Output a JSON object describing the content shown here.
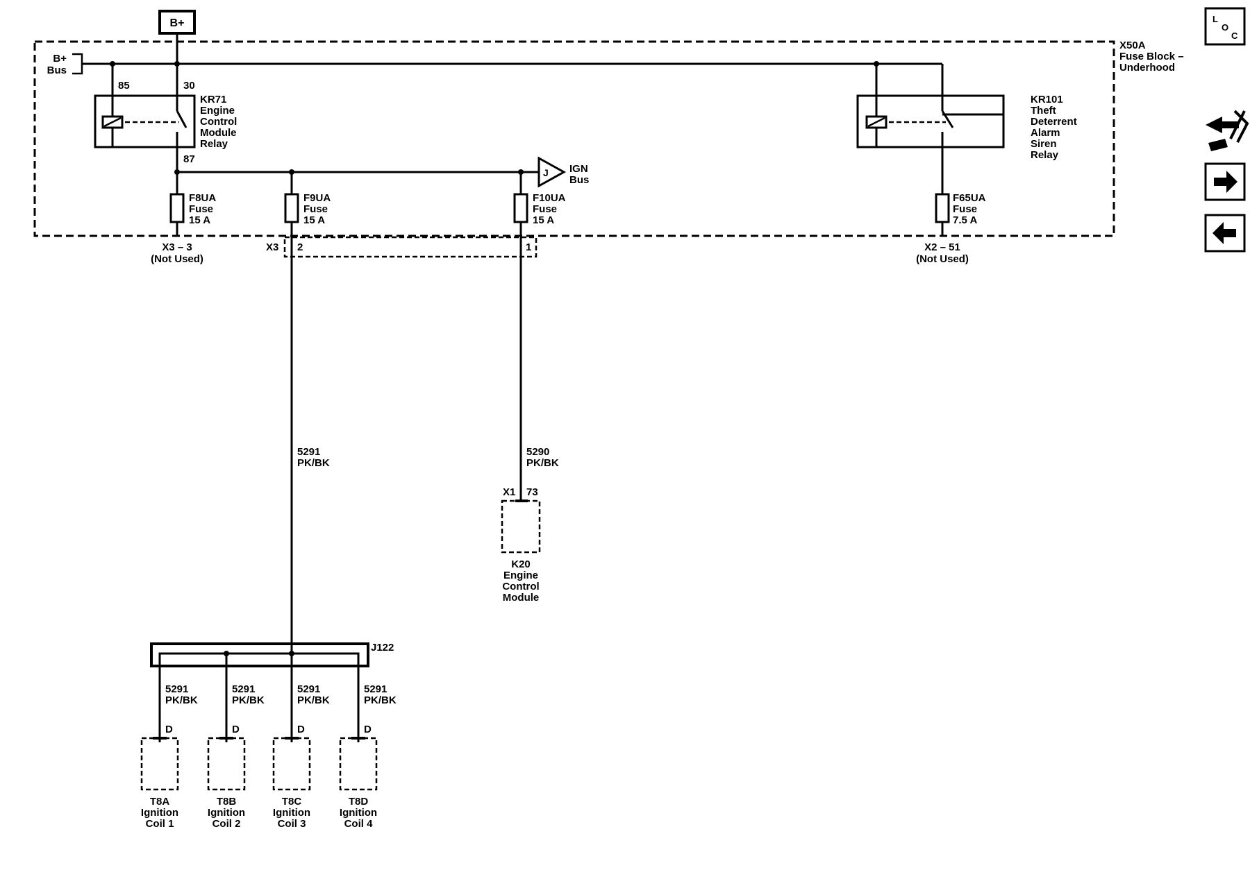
{
  "power": {
    "b_plus": "B+",
    "bus_b_plus": "B+",
    "bus_word": "Bus"
  },
  "fuse_block": {
    "id": "X50A",
    "line1": "Fuse Block –",
    "line2": "Underhood"
  },
  "kr71": {
    "id": "KR71",
    "lines": [
      "Engine",
      "Control",
      "Module",
      "Relay"
    ],
    "pin85": "85",
    "pin30": "30",
    "pin87": "87"
  },
  "kr101": {
    "id": "KR101",
    "lines": [
      "Theft",
      "Deterrent",
      "Alarm",
      "Siren",
      "Relay"
    ]
  },
  "ign_bus": {
    "symbol": "J",
    "line1": "IGN",
    "line2": "Bus"
  },
  "fuses": [
    {
      "id": "F8UA",
      "type": "Fuse",
      "rating": "15 A"
    },
    {
      "id": "F9UA",
      "type": "Fuse",
      "rating": "15 A"
    },
    {
      "id": "F10UA",
      "type": "Fuse",
      "rating": "15 A"
    },
    {
      "id": "F65UA",
      "type": "Fuse",
      "rating": "7.5 A"
    }
  ],
  "connectors": {
    "x3_3": "X3 – 3",
    "x3_3_note": "(Not Used)",
    "x3": "X3",
    "x3_pin2": "2",
    "x3_pin1": "1",
    "x2_51": "X2 – 51",
    "x2_51_note": "(Not Used)",
    "x1": "X1",
    "x1_pin73": "73"
  },
  "wires": {
    "w5291": {
      "circuit": "5291",
      "color": "PK/BK"
    },
    "w5290": {
      "circuit": "5290",
      "color": "PK/BK"
    }
  },
  "k20": {
    "id": "K20",
    "lines": [
      "Engine",
      "Control",
      "Module"
    ]
  },
  "splice": {
    "id": "J122"
  },
  "coils": [
    {
      "circuit": "5291",
      "color": "PK/BK",
      "pin": "D",
      "id": "T8A",
      "line1": "Ignition",
      "line2": "Coil 1"
    },
    {
      "circuit": "5291",
      "color": "PK/BK",
      "pin": "D",
      "id": "T8B",
      "line1": "Ignition",
      "line2": "Coil 2"
    },
    {
      "circuit": "5291",
      "color": "PK/BK",
      "pin": "D",
      "id": "T8C",
      "line1": "Ignition",
      "line2": "Coil 3"
    },
    {
      "circuit": "5291",
      "color": "PK/BK",
      "pin": "D",
      "id": "T8D",
      "line1": "Ignition",
      "line2": "Coil 4"
    }
  ],
  "side_icons": {
    "loc": {
      "l": "L",
      "o": "O",
      "c": "C",
      "icon": "location-view-icon"
    },
    "connector_icon": "connector-end-view-icon",
    "next_icon": "arrow-right-icon",
    "prev_icon": "arrow-left-icon"
  }
}
